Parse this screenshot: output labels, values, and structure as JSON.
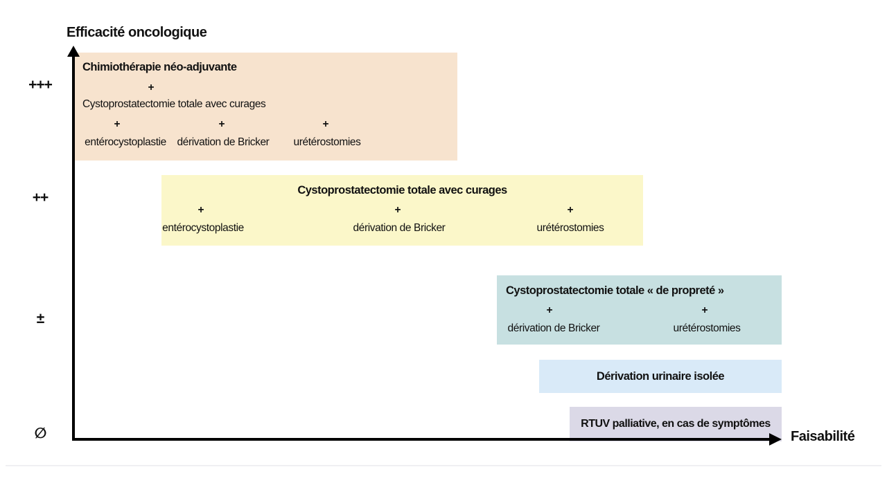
{
  "figure": {
    "y_axis_label": "Efficacité oncologique",
    "x_axis_label": "Faisabilité",
    "plus_sign": "+",
    "y_ticks": [
      "+++",
      "++",
      "±",
      "∅"
    ],
    "colors": {
      "box_neoadjuvant": "#f7e3ce",
      "box_curages": "#fbf7c9",
      "box_proprete": "#c7e0e1",
      "box_derivation_isolee": "#d9eaf8",
      "box_rtuv": "#dbd9e7",
      "axis": "#000000"
    },
    "boxes": [
      {
        "title": "Chimiothérapie néo-adjuvante",
        "subtitle": "Cystoprostatectomie totale avec curages",
        "options": [
          "entérocystoplastie",
          "dérivation de Bricker",
          "urétérostomies"
        ]
      },
      {
        "title": "Cystoprostatectomie totale avec curages",
        "options": [
          "entérocystoplastie",
          "dérivation de Bricker",
          "urétérostomies"
        ]
      },
      {
        "title": "Cystoprostatectomie totale « de propreté »",
        "options": [
          "dérivation de Bricker",
          "urétérostomies"
        ]
      },
      {
        "title": "Dérivation urinaire isolée"
      },
      {
        "title": "RTUV palliative, en cas de symptômes"
      }
    ]
  }
}
